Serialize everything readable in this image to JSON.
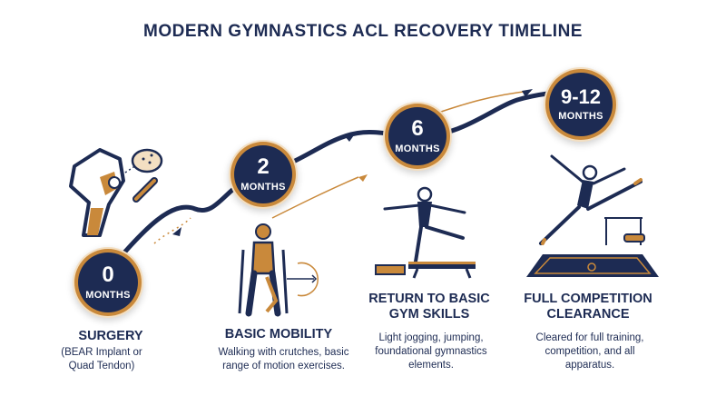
{
  "title": "MODERN GYMNASTICS ACL RECOVERY TIMELINE",
  "colors": {
    "navy": "#1d2b53",
    "gold": "#c9893b",
    "light_gold": "#f3dfc2"
  },
  "stages": [
    {
      "value": "0",
      "unit": "MONTHS",
      "title": "SURGERY",
      "description": "(BEAR Implant or Quad Tendon)",
      "icon": "knee-joint-icon"
    },
    {
      "value": "2",
      "unit": "MONTHS",
      "title": "BASIC MOBILITY",
      "description": "Walking with crutches, basic range of motion exercises.",
      "icon": "crutches-walker-icon"
    },
    {
      "value": "6",
      "unit": "MONTHS",
      "title": "RETURN TO BASIC GYM SKILLS",
      "description": "Light jogging, jumping, foundational gymnastics elements.",
      "icon": "balance-beam-gymnast-icon"
    },
    {
      "value": "9-12",
      "unit": "MONTHS",
      "title": "FULL COMPETITION CLEARANCE",
      "description": "Cleared for full training, competition, and all apparatus.",
      "icon": "leaping-gymnast-icon"
    }
  ]
}
